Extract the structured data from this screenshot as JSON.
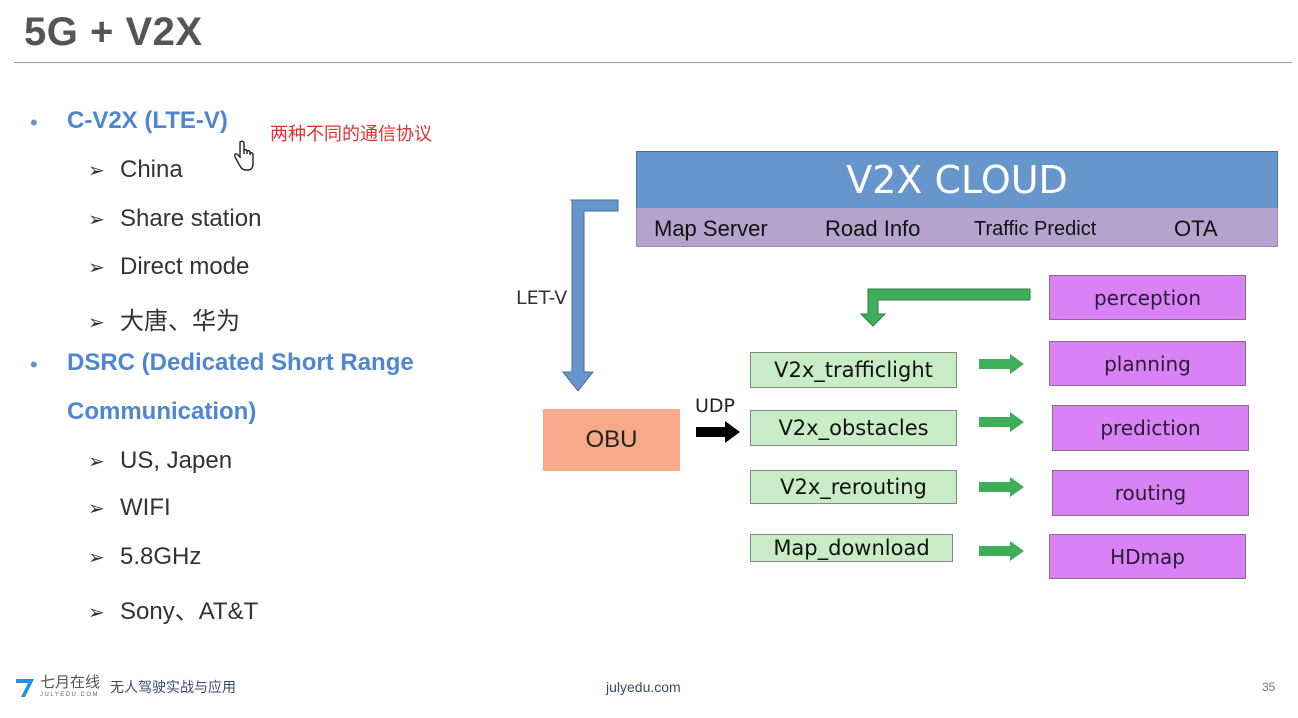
{
  "slide": {
    "title": "5G + V2X",
    "annotation": "两种不同的通信协议",
    "bullets": [
      {
        "label": "C-V2X (LTE-V)",
        "subitems": [
          "China",
          "Share station",
          "Direct mode",
          "大唐、华为"
        ]
      },
      {
        "label_line1": "DSRC (Dedicated Short Range",
        "label_line2": "Communication)",
        "subitems": [
          "US, Japen",
          "WIFI",
          "5.8GHz",
          "Sony、AT&T"
        ]
      }
    ]
  },
  "diagram": {
    "cloud": {
      "title": "V2X CLOUD",
      "services": [
        "Map Server",
        "Road Info",
        "Traffic Predict",
        "OTA"
      ]
    },
    "link_label": "LET-V",
    "obu_label": "OBU",
    "udp_label": "UDP",
    "v2x_modules": [
      "V2x_trafficlight",
      "V2x_obstacles",
      "V2x_rerouting",
      "Map_download"
    ],
    "consumers": [
      "perception",
      "planning",
      "prediction",
      "routing",
      "HDmap"
    ],
    "colors": {
      "cloud_blue": "#6796cc",
      "cloud_purple": "#b4a3cd",
      "module_green": "#c8ecc5",
      "consumer_purple": "#d882f5",
      "obu_orange": "#f7a98a",
      "arrow_green": "#3fae5a",
      "arrow_blue": "#6796cc"
    }
  },
  "footer": {
    "brand_cn": "七月在线",
    "brand_en": "JULYEDU.COM",
    "course": "无人驾驶实战与应用",
    "site": "julyedu.com",
    "page": "35"
  }
}
